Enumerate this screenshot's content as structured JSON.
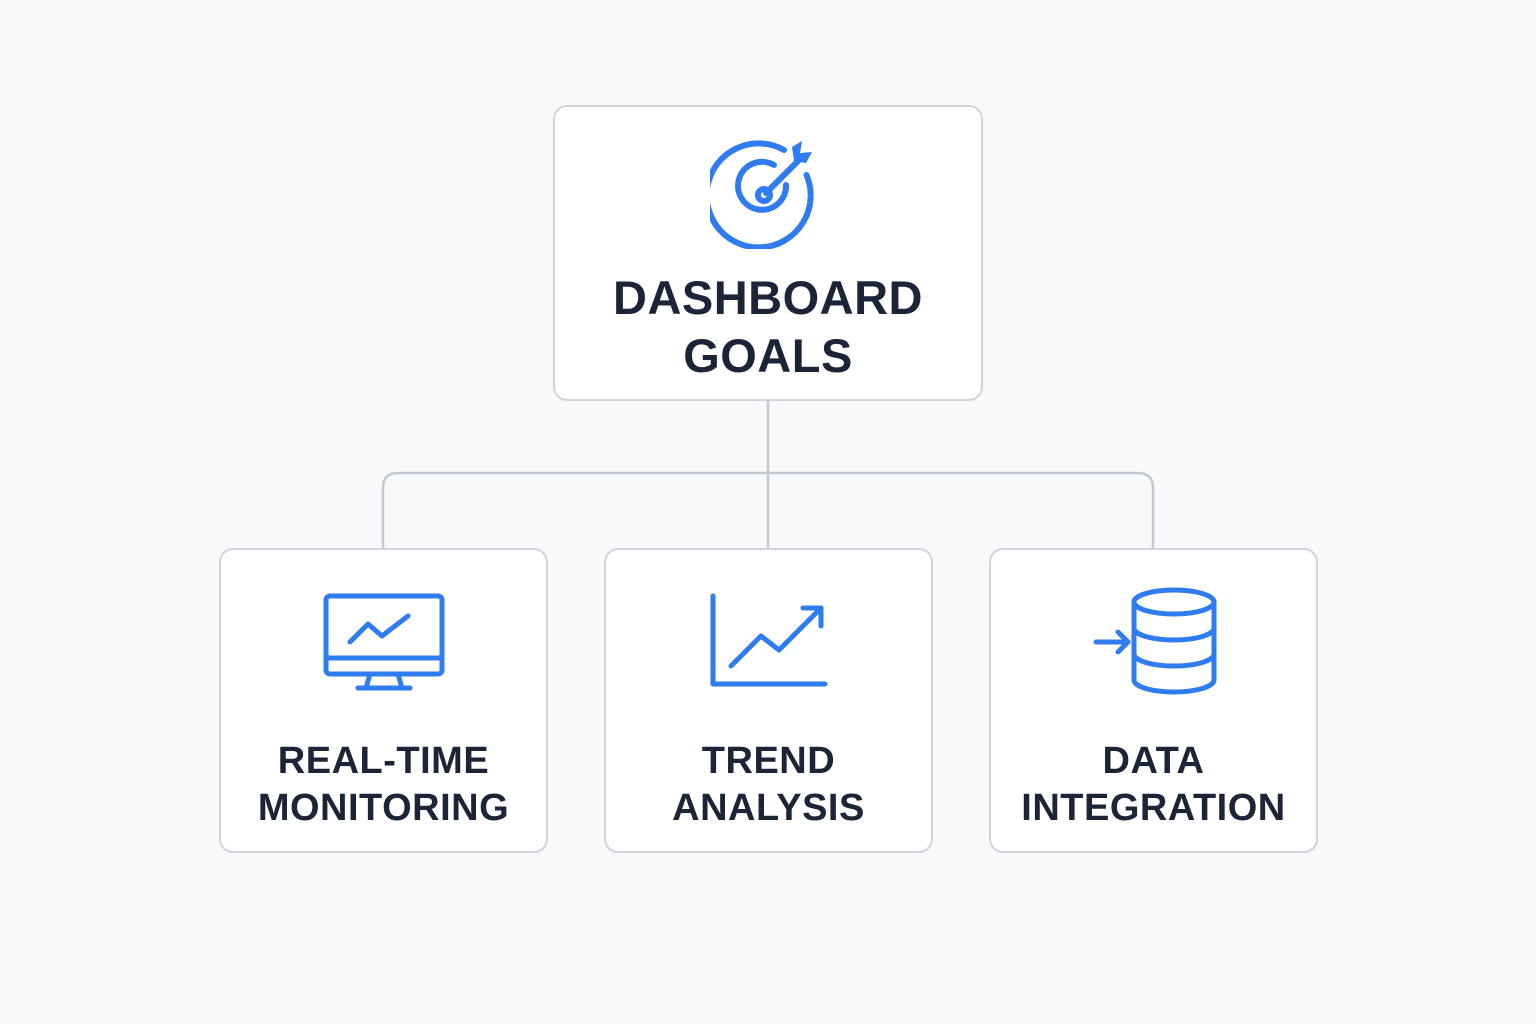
{
  "colors": {
    "accent": "#2f7bf0",
    "text": "#1c2537",
    "border": "#cfd4dc",
    "connector": "#c2c8d1",
    "background": "#f8f9fb"
  },
  "root": {
    "icon": "target-icon",
    "line1": "DASHBOARD",
    "line2": "GOALS"
  },
  "children": [
    {
      "icon": "monitor-chart-icon",
      "line1": "REAL-TIME",
      "line2": "MONITORING"
    },
    {
      "icon": "trend-up-icon",
      "line1": "TREND",
      "line2": "ANALYSIS"
    },
    {
      "icon": "database-import-icon",
      "line1": "DATA",
      "line2": "INTEGRATION"
    }
  ]
}
